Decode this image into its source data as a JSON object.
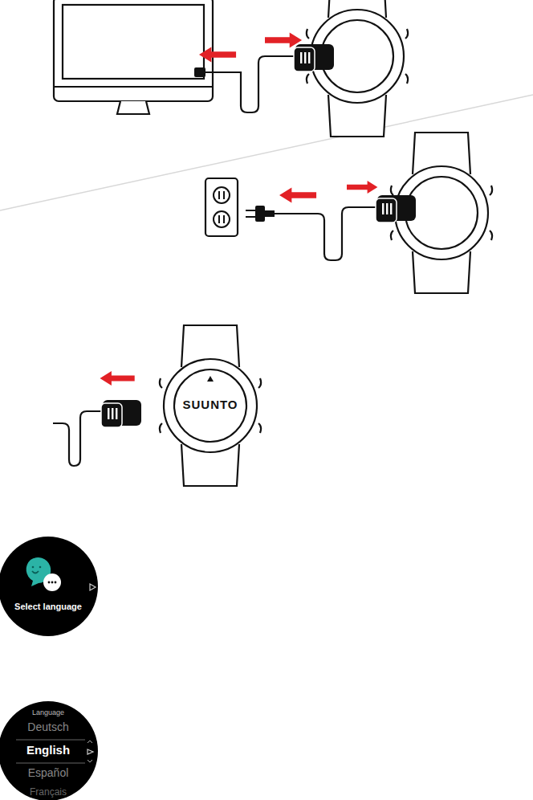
{
  "diagram": {
    "nodes": [
      {
        "text": [
          "SUUNTO"
        ]
      },
      {
        "text": [
          "Select language"
        ]
      },
      {
        "text": [
          "Language",
          "Deutsch",
          "English",
          "Español",
          "Français"
        ]
      }
    ]
  }
}
